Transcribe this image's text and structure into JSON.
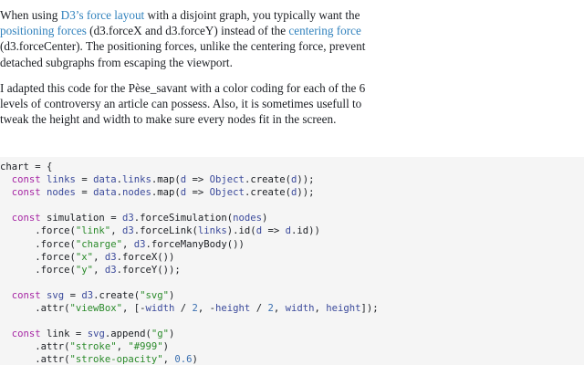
{
  "prose": {
    "p1": {
      "t1": "When using ",
      "link1": "D3’s force layout",
      "t2": " with a disjoint graph, you typically want the",
      "link2": "positioning forces",
      "t3": " (d3.forceX and d3.forceY) instead of the ",
      "link3": "centering force",
      "t4": "(d3.forceCenter). The positioning forces, unlike the centering force, prevent detached subgraphs from escaping the viewport."
    },
    "p2": "I adapted this code for the Pèse_savant with a color coding for each of the 6 levels of controversy an article can possess. Also, it is sometimes usefull to tweak the height and width to make sure every nodes fit in the screen."
  },
  "code": {
    "lines": [
      "chart = {",
      "  const links = data.links.map(d => Object.create(d));",
      "  const nodes = data.nodes.map(d => Object.create(d));",
      "",
      "  const simulation = d3.forceSimulation(nodes)",
      "      .force(\"link\", d3.forceLink(links).id(d => d.id))",
      "      .force(\"charge\", d3.forceManyBody())",
      "      .force(\"x\", d3.forceX())",
      "      .force(\"y\", d3.forceY());",
      "",
      "  const svg = d3.create(\"svg\")",
      "      .attr(\"viewBox\", [-width / 2, -height / 2, width, height]);",
      "",
      "  const link = svg.append(\"g\")",
      "      .attr(\"stroke\", \"#999\")",
      "      .attr(\"stroke-opacity\", 0.6)"
    ]
  }
}
